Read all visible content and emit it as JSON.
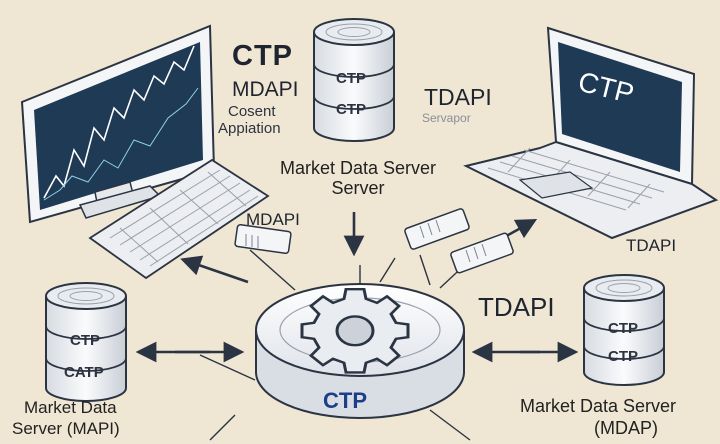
{
  "labels": {
    "ctp_top": "CTP",
    "mdapi_top": "MDAPI",
    "client_line1": "Cosent",
    "client_line2": "Appiation",
    "tdapi_top": "TDAPI",
    "servapor": "Servapor",
    "market_server_line1": "Market Data Server",
    "market_server_line2": "Server",
    "mdapi_mid": "MDAPI",
    "tdapi_right": "TDAPI",
    "tdapi_mid": "TDAPI",
    "left_server_line1": "Market Data",
    "left_server_line2": "Server (MAPI)",
    "right_server_line1": "Market Data Server",
    "right_server_line2": "(MDAP)",
    "laptop_screen": "CTP",
    "hub_label": "CTP",
    "top_db_disk1": "CTP",
    "top_db_disk2": "CTP",
    "left_db_disk1": "CTP",
    "left_db_disk2": "CATP",
    "right_db_disk1": "CTP",
    "right_db_disk2": "CTP"
  },
  "colors": {
    "background": "#efe6d3",
    "device_fill": "#f4f5f7",
    "outline": "#2b3442",
    "screen_dark": "#1e3a55",
    "accent_blue": "#1d3f8a"
  },
  "icons": {
    "hub": "gear-icon",
    "monitor": "stock-chart-monitor-icon",
    "laptop": "laptop-icon",
    "database": "database-server-icon",
    "keyboard": "keyboard-icon",
    "network": "network-adapter-icon"
  }
}
